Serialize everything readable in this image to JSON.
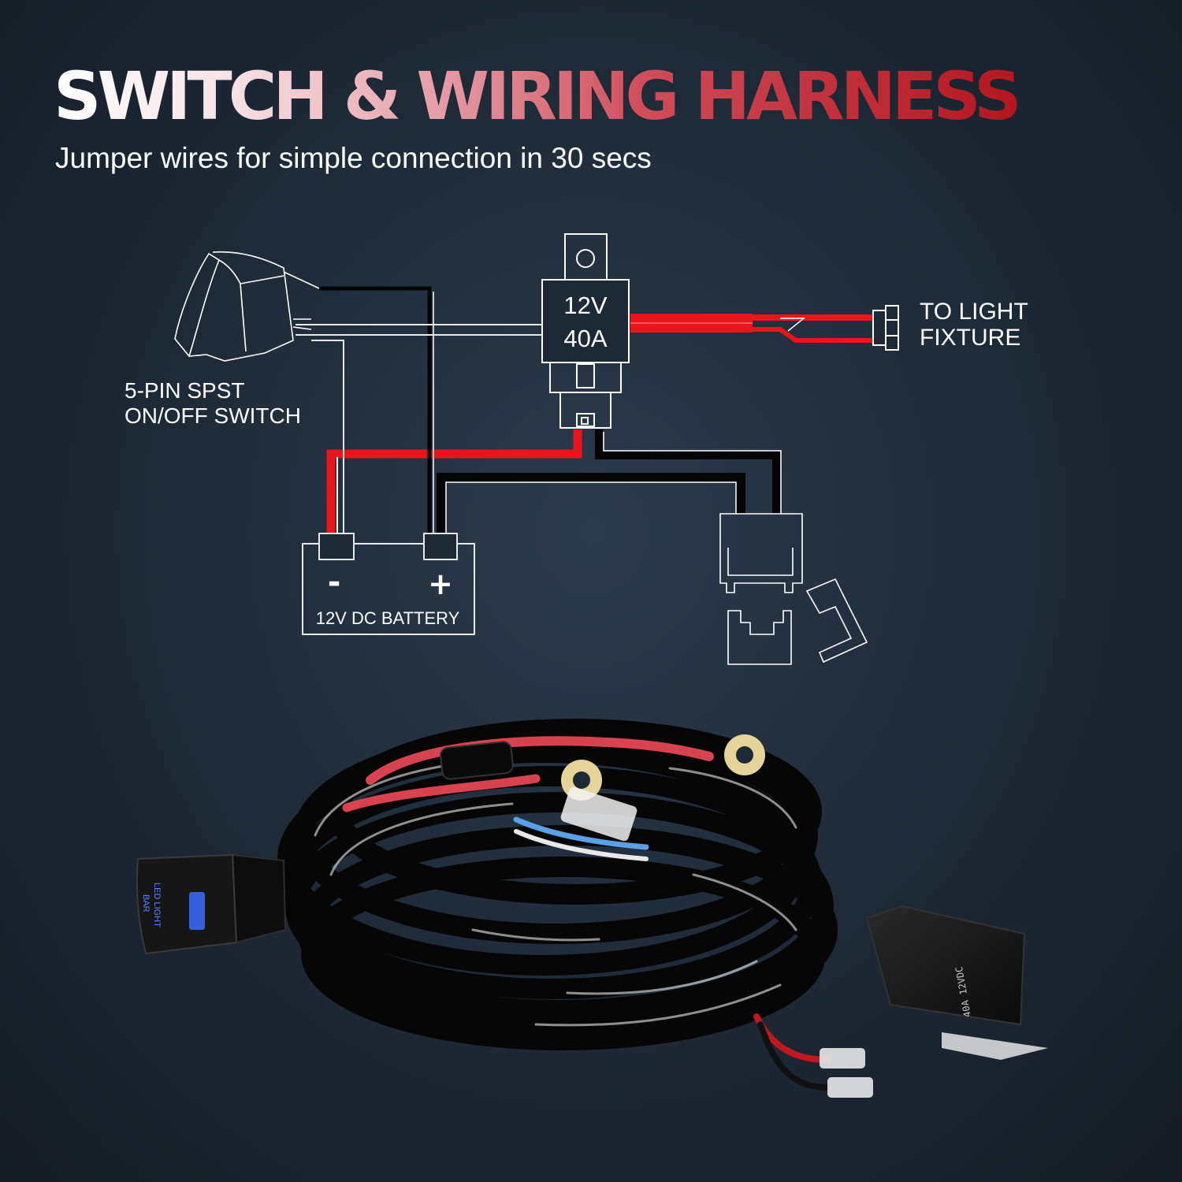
{
  "header": {
    "title": "SWITCH & WIRING HARNESS",
    "subtitle": "Jumper wires for simple connection in 30 secs"
  },
  "diagram": {
    "relay_label_line1": "12V",
    "relay_label_line2": "40A",
    "light_label_line1": "TO LIGHT",
    "light_label_line2": "FIXTURE",
    "switch_label_line1": "5-PIN SPST",
    "switch_label_line2": "ON/OFF SWITCH",
    "battery_minus": "-",
    "battery_plus": "+",
    "battery_label": "12V DC BATTERY"
  },
  "colors": {
    "background": "#1e2936",
    "wire_red": "#e8151b",
    "wire_black": "#050505",
    "outline": "#ffffff",
    "switch_led": "#3d6cff"
  },
  "product": {
    "switch_text_line1": "LED LIGHT",
    "switch_text_line2": "BAR",
    "relay_text_1": "40A 12VDC"
  }
}
